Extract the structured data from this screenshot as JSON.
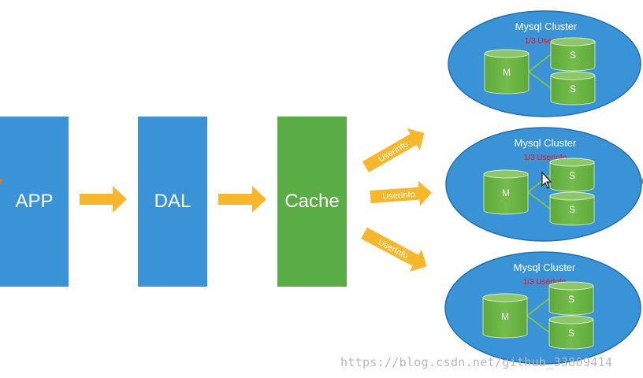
{
  "boxes": {
    "app": "APP",
    "dal": "DAL",
    "cache": "Cache"
  },
  "arrow_label": "UserInfo",
  "clusters": [
    {
      "title": "Mysql Cluster",
      "subtitle": "1/3 UserInfo",
      "master": "M",
      "slaves": [
        "S",
        "S"
      ]
    },
    {
      "title": "Mysql Cluster",
      "subtitle": "1/3 UserInfo",
      "master": "M",
      "slaves": [
        "S",
        "S"
      ]
    },
    {
      "title": "Mysql Cluster",
      "subtitle": "1/3 UserInfo",
      "master": "M",
      "slaves": [
        "S",
        "S"
      ]
    }
  ],
  "watermark": "https://blog.csdn.net/github_33809414",
  "colors": {
    "service_blue": "#3a93d6",
    "cache_green": "#5aac44",
    "arrow_orange": "#f8b62b",
    "db_green": "#6db445",
    "subtitle_red": "#e8141b"
  }
}
